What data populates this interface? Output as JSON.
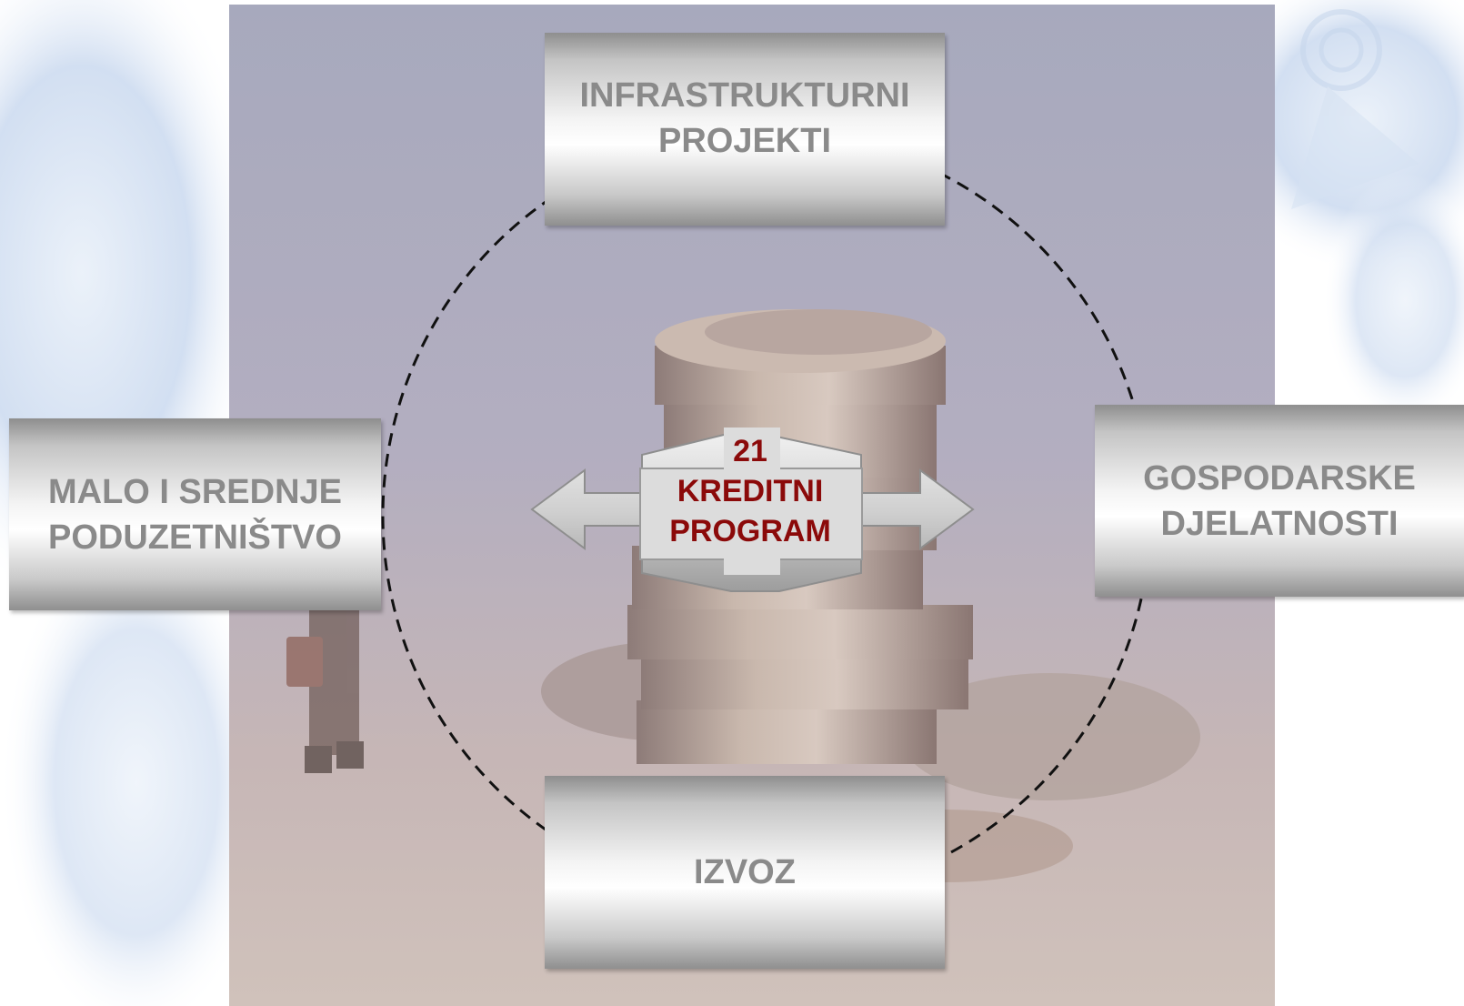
{
  "diagram": {
    "boxes": {
      "top": [
        "INFRASTRUKTURNI",
        "PROJEKTI"
      ],
      "left": [
        "MALO I SREDNJE",
        "PODUZETNIŠTVO"
      ],
      "right": [
        "GOSPODARSKE",
        "DJELATNOSTI"
      ],
      "bottom": [
        "IZVOZ"
      ]
    },
    "center": [
      "21",
      "KREDITNI",
      "PROGRAM"
    ]
  },
  "colors": {
    "box_text": "#8a8a8a",
    "center_text": "#8b0a0a",
    "circle_dash": "#111111",
    "photo_tone": "#b4aebc"
  }
}
